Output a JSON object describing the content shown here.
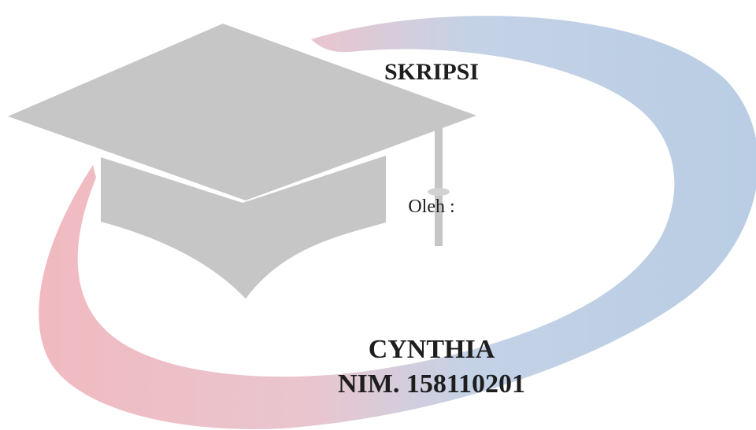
{
  "document": {
    "title": "SKRIPSI",
    "by_label": "Oleh :",
    "author_name": "CYNTHIA",
    "student_id": "NIM. 158110201"
  },
  "decoration": {
    "cap_icon": "graduation-cap-icon",
    "swoosh_icon": "swoosh-ring-icon",
    "cap_color": "#c6c6c6",
    "swoosh_color_start": "#f2bcc2",
    "swoosh_color_end": "#b8cce4"
  }
}
